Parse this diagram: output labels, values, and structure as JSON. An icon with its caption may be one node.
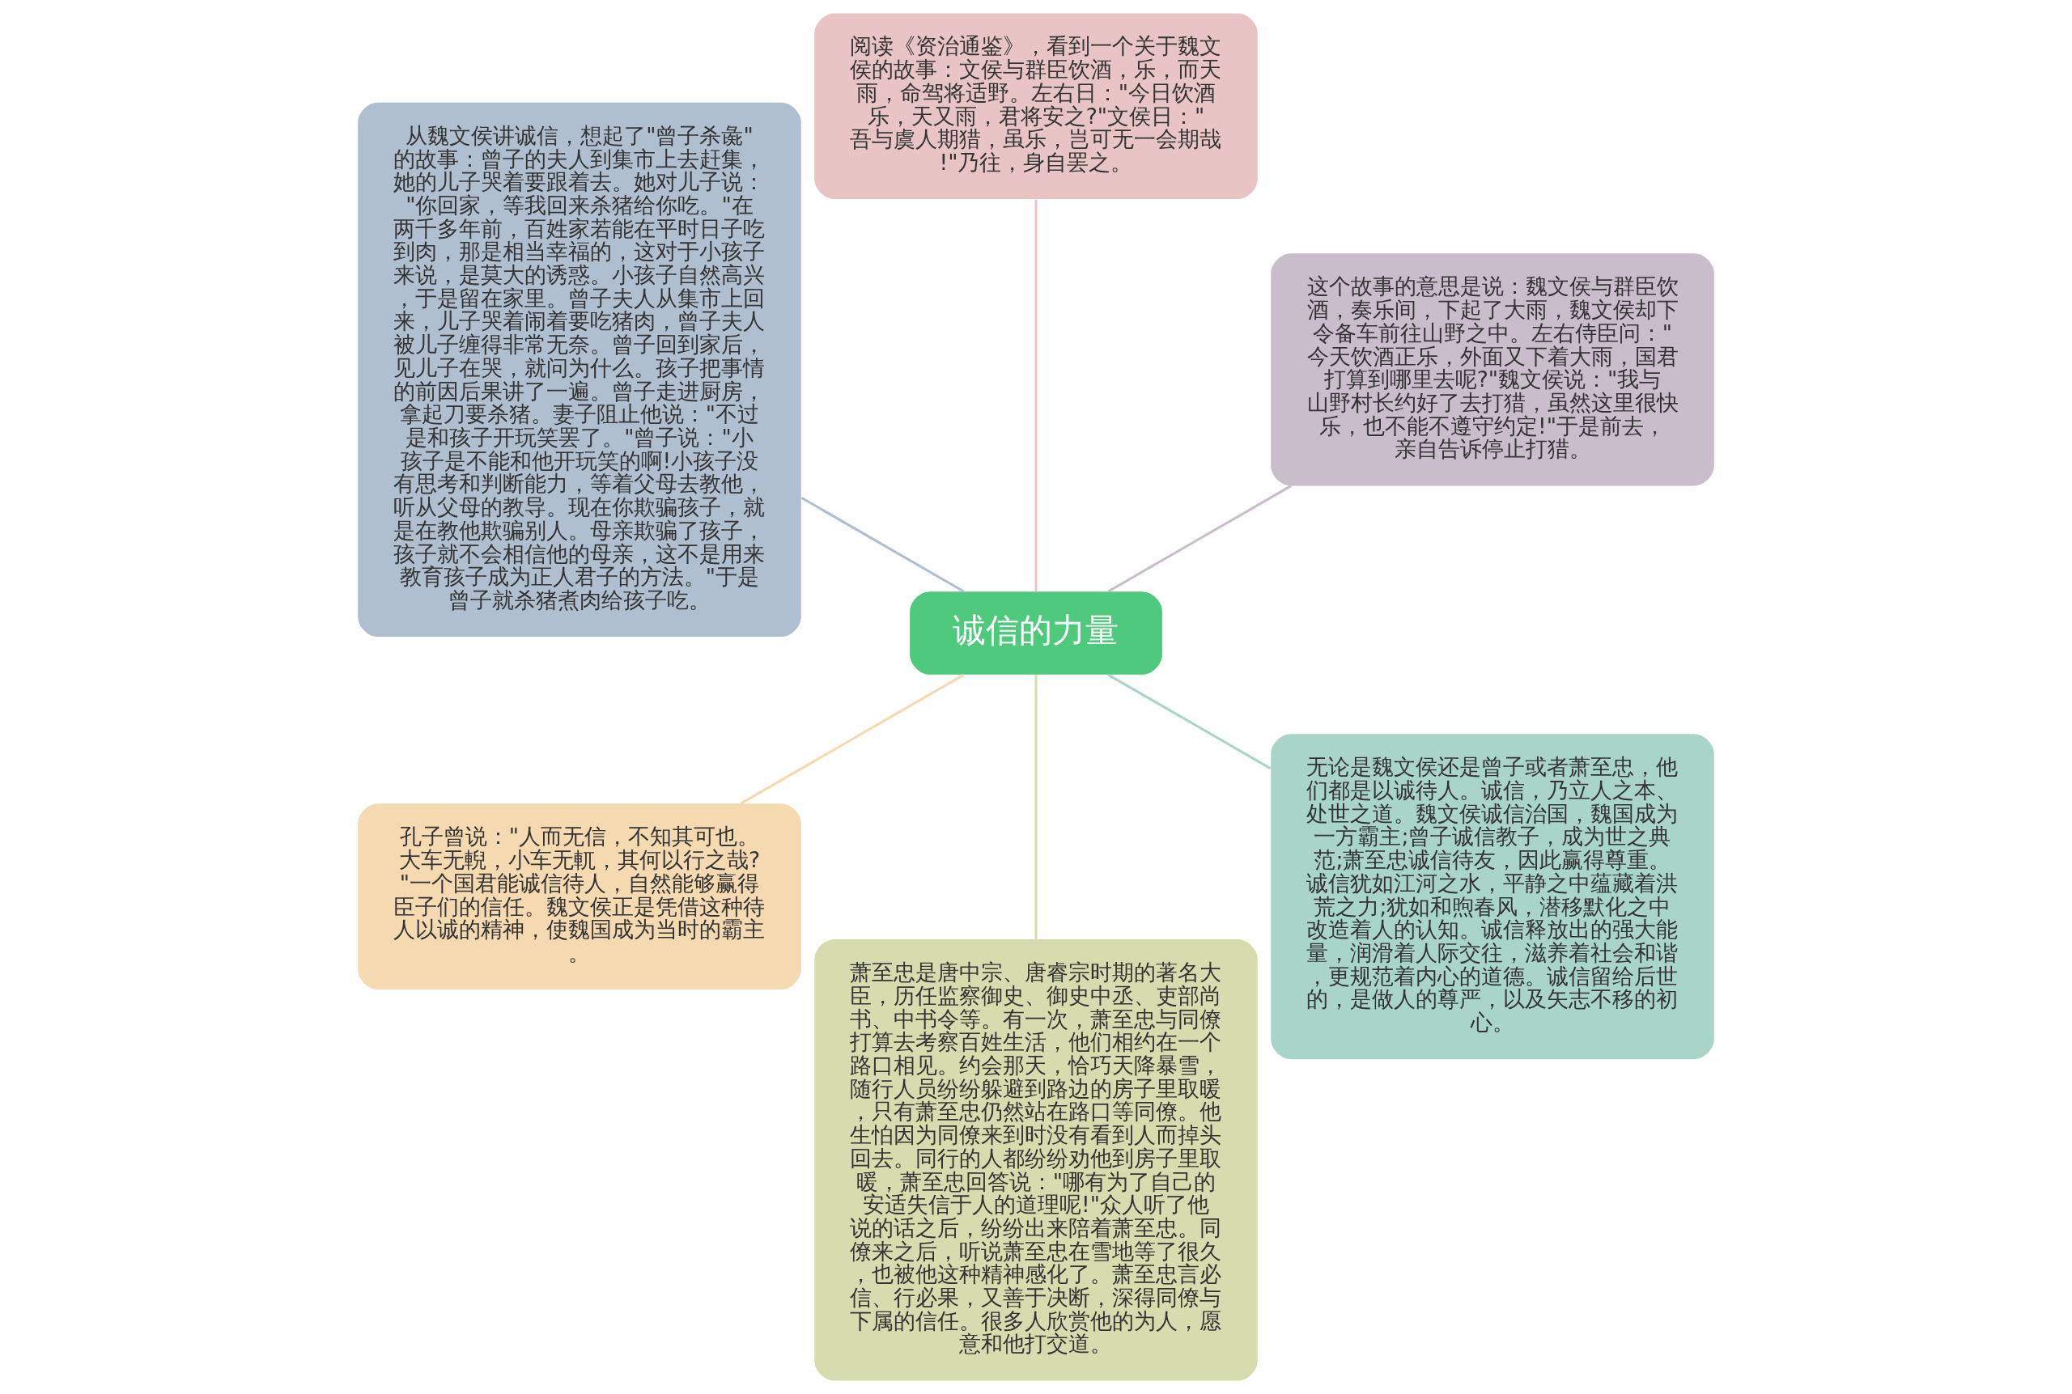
{
  "diagram": {
    "nodes": [
      {
        "text": [
          "诚信的力量"
        ]
      },
      {
        "text": [
          "这个故事的意思是说：魏文侯与群臣饮酒，奏乐间，下起了大雨，魏文侯却下令备车前往山野之中。左右侍臣问：\"今天饮酒正乐，外面又下着大雨，国君打算到哪里去呢?\"魏文侯说：\"我与山野村长约好了去打猎，虽然这里很快乐，也不能不遵守约定!\"于是前去，亲自告诉停止打猎。"
        ]
      },
      {
        "text": [
          "阅读《资治通鉴》，看到一个关于魏文侯的故事：文侯与群臣饮酒，乐，而天雨，命驾将适野。左右日：\"今日饮酒乐，天又雨，君将安之?\"文侯日：\"吾与虞人期猎，虽乐，岂可无一会期哉!\"乃往，身自罢之。"
        ]
      },
      {
        "text": [
          "从魏文侯讲诚信，想起了\"曾子杀彘\"的故事：曾子的夫人到集市上去赶集，她的儿子哭着要跟着去。她对儿子说：\"你回家，等我回来杀猪给你吃。\"在两千多年前，百姓家若能在平时日子吃到肉，那是相当幸福的，这对于小孩子来说，是莫大的诱惑。小孩子自然高兴，于是留在家里。曾子夫人从集市上回来，儿子哭着闹着要吃猪肉，曾子夫人被儿子缠得非常无奈。曾子回到家后，见儿子在哭，就问为什么。孩子把事情的前因后果讲了一遍。曾子走进厨房，拿起刀要杀猪。妻子阻止他说：\"不过是和孩子开玩笑罢了。\"曾子说：\"小孩子是不能和他开玩笑的啊!小孩子没有思考和判断能力，等着父母去教他，听从父母的教导。现在你欺骗孩子，就是在教他欺骗别人。母亲欺骗了孩子，孩子就不会相信他的母亲，这不是用来教育孩子成为正人君子的方法。\"于是曾子就杀猪煮肉给孩子吃。"
        ]
      },
      {
        "text": [
          "孔子曾说：\"人而无信，不知其可也。大车无輗，小车无軏，其何以行之哉?\"一个国君能诚信待人，自然能够赢得臣子们的信任。魏文侯正是凭借这种待人以诚的精神，使魏国成为当时的霸主。"
        ]
      },
      {
        "text": [
          "萧至忠是唐中宗、唐睿宗时期的著名大臣，历任监察御史、御史中丞、吏部尚书、中书令等。有一次，萧至忠与同僚打算去考察百姓生活，他们相约在一个路口相见。约会那天，恰巧天降暴雪，随行人员纷纷躲避到路边的房子里取暖，只有萧至忠仍然站在路口等同僚。他生怕因为同僚来到时没有看到人而掉头回去。同行的人都纷纷劝他到房子里取暖，萧至忠回答说：\"哪有为了自己的安适失信于人的道理呢!\"众人听了他说的话之后，纷纷出来陪着萧至忠。同僚来之后，听说萧至忠在雪地等了很久，也被他这种精神感化了。萧至忠言必信、行必果，又善于决断，深得同僚与下属的信任。很多人欣赏他的为人，愿意和他打交道。"
        ]
      },
      {
        "text": [
          "无论是魏文侯还是曾子或者萧至忠，他们都是以诚待人。诚信，乃立人之本、处世之道。魏文侯诚信治国，魏国成为一方霸主;曾子诚信教子，成为世之典范;萧至忠诚信待友，因此赢得尊重。诚信犹如江河之水，平静之中蕴藏着洪荒之力;犹如和煦春风，潜移默化之中改造着人的认知。诚信释放出的强大能量，润滑着人际交往，滋养着社会和谐，更规范着内心的道德。诚信留给后世的，是做人的尊严，以及矢志不移的初心。"
        ]
      }
    ],
    "edges": [
      {
        "from": 0,
        "to": 1,
        "arrow": "none",
        "color": "#c9bccb"
      },
      {
        "from": 0,
        "to": 2,
        "arrow": "none",
        "color": "#e8c4c4"
      },
      {
        "from": 0,
        "to": 3,
        "arrow": "none",
        "color": "#b0bfd0"
      },
      {
        "from": 0,
        "to": 4,
        "arrow": "none",
        "color": "#f5d9b0"
      },
      {
        "from": 0,
        "to": 5,
        "arrow": "none",
        "color": "#d7dcae"
      },
      {
        "from": 0,
        "to": 6,
        "arrow": "none",
        "color": "#a9d5c9"
      }
    ]
  }
}
